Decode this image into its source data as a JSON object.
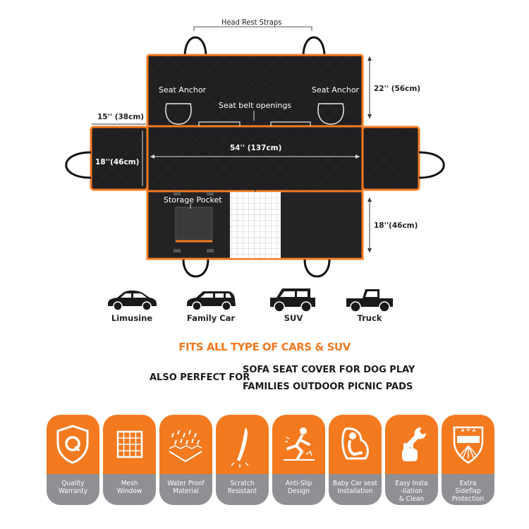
{
  "diagram": {
    "head_rest_straps": "Head Rest Straps",
    "seat_anchor_left": "Seat Anchor",
    "seat_anchor_right": "Seat Anchor",
    "seat_belt_openings": "Seat belt openings",
    "dim_top_height": "22'' (56cm)",
    "dim_flap_width": "15''  (38cm)",
    "dim_flap_height": "18''(46cm)",
    "dim_width": "54'' (137cm)",
    "mesh_window": "Mesh Window",
    "storage_pocket": "Storage Pocket",
    "dim_bottom_height": "18''(46cm)"
  },
  "cars": [
    {
      "label": "Limusine",
      "icon": "sedan-icon"
    },
    {
      "label": "Family Car",
      "icon": "wagon-icon"
    },
    {
      "label": "SUV",
      "icon": "suv-icon"
    },
    {
      "label": "Truck",
      "icon": "pickup-truck-icon"
    }
  ],
  "headline": "FITS ALL TYPE OF CARS & SUV",
  "also_perfect": {
    "prefix": "ALSO PERFECT FOR",
    "line1": "SOFA SEAT COVER FOR DOG PLAY",
    "line2": "FAMILIES OUTDOOR PICNIC PADS"
  },
  "features": [
    {
      "label": "Quality\nWarranty",
      "icon": "shield-q-icon"
    },
    {
      "label": "Mesh\nWindow",
      "icon": "mesh-grid-icon"
    },
    {
      "label": "Water Proof\nMaterial",
      "icon": "waterproof-icon"
    },
    {
      "label": "Scratch\nResistant",
      "icon": "claw-scratch-icon"
    },
    {
      "label": "Anti-Slip\nDesign",
      "icon": "slip-person-icon"
    },
    {
      "label": "Baby Car seat\nInstallation",
      "icon": "baby-seat-icon"
    },
    {
      "label": "Easy Insta\n-llation\n& Clean",
      "icon": "wrench-hand-icon"
    },
    {
      "label": "Extra\nSideflap\nProtection",
      "icon": "sideflap-shield-icon"
    }
  ],
  "colors": {
    "accent": "#f47a20",
    "mat": "#1c1c1e",
    "feature_grey": "#8f8f94"
  }
}
